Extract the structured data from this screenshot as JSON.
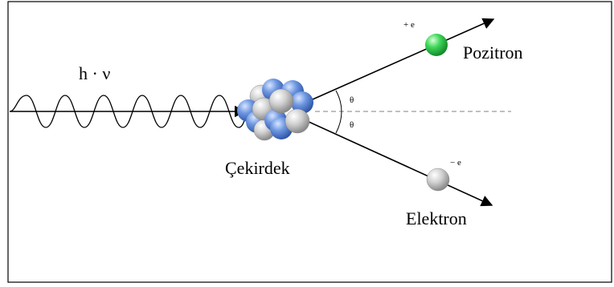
{
  "diagram": {
    "photon_label": "h · ν",
    "nucleus_label": "Çekirdek",
    "positron_label": "Pozitron",
    "electron_label": "Elektron",
    "positron_charge": "+ e",
    "electron_charge": "− e",
    "angle_top": "θ",
    "angle_bottom": "θ"
  },
  "colors": {
    "positron": "#2fc94a",
    "electron": "#bfbfbf",
    "proton": "#5b86d6",
    "neutron": "#c9c9c9",
    "frame": "#000000"
  }
}
